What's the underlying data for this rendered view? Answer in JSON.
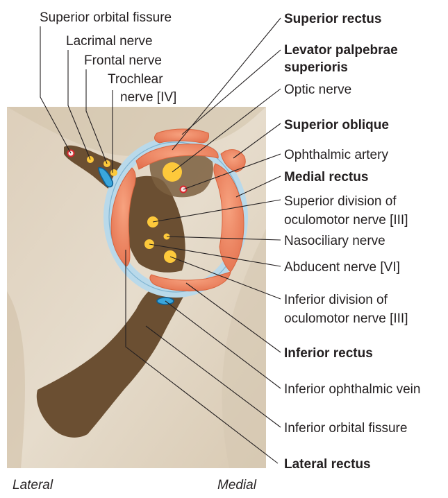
{
  "labels_left": {
    "superior_orbital_fissure": "Superior orbital fissure",
    "lacrimal_nerve": "Lacrimal nerve",
    "frontal_nerve": "Frontal nerve",
    "trochlear_nerve_line1": "Trochlear",
    "trochlear_nerve_line2": "nerve [IV]"
  },
  "labels_right": {
    "superior_rectus": "Superior rectus",
    "levator_line1": "Levator palpebrae",
    "levator_line2": "superioris",
    "optic_nerve": "Optic nerve",
    "superior_oblique": "Superior oblique",
    "ophthalmic_artery": "Ophthalmic artery",
    "medial_rectus": "Medial rectus",
    "superior_division_line1": "Superior division of",
    "superior_division_line2": "oculomotor nerve [III]",
    "nasociliary_nerve": "Nasociliary nerve",
    "abducent_nerve": "Abducent nerve [VI]",
    "inferior_division_line1": "Inferior division of",
    "inferior_division_line2": "oculomotor nerve [III]",
    "inferior_rectus": "Inferior rectus",
    "inferior_ophthalmic_vein": "Inferior ophthalmic vein",
    "inferior_orbital_fissure": "Inferior orbital fissure",
    "lateral_rectus": "Lateral rectus"
  },
  "orientation": {
    "lateral": "Lateral",
    "medial": "Medial"
  },
  "colors": {
    "bone": "#e3d7c5",
    "fissure": "#6b4f32",
    "muscle": "#ee8461",
    "tendon_ring": "#b9d9ea",
    "nerve": "#fdc93b",
    "vessel_vein": "#1c8ac6",
    "vessel_artery": "#d9262d"
  }
}
